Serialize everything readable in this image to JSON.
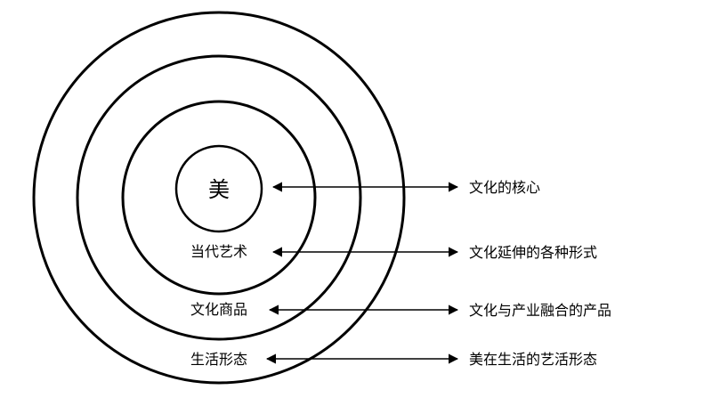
{
  "diagram": {
    "center": {
      "label": "美"
    },
    "layers": [
      {
        "label": "当代艺术"
      },
      {
        "label": "文化商品"
      },
      {
        "label": "生活形态"
      }
    ],
    "descriptions": [
      "文化的核心",
      "文化延伸的各种形式",
      "文化与产业融合的产品",
      "美在生活的艺活形态"
    ],
    "stroke_color": "#000000",
    "background_color": "#ffffff"
  }
}
